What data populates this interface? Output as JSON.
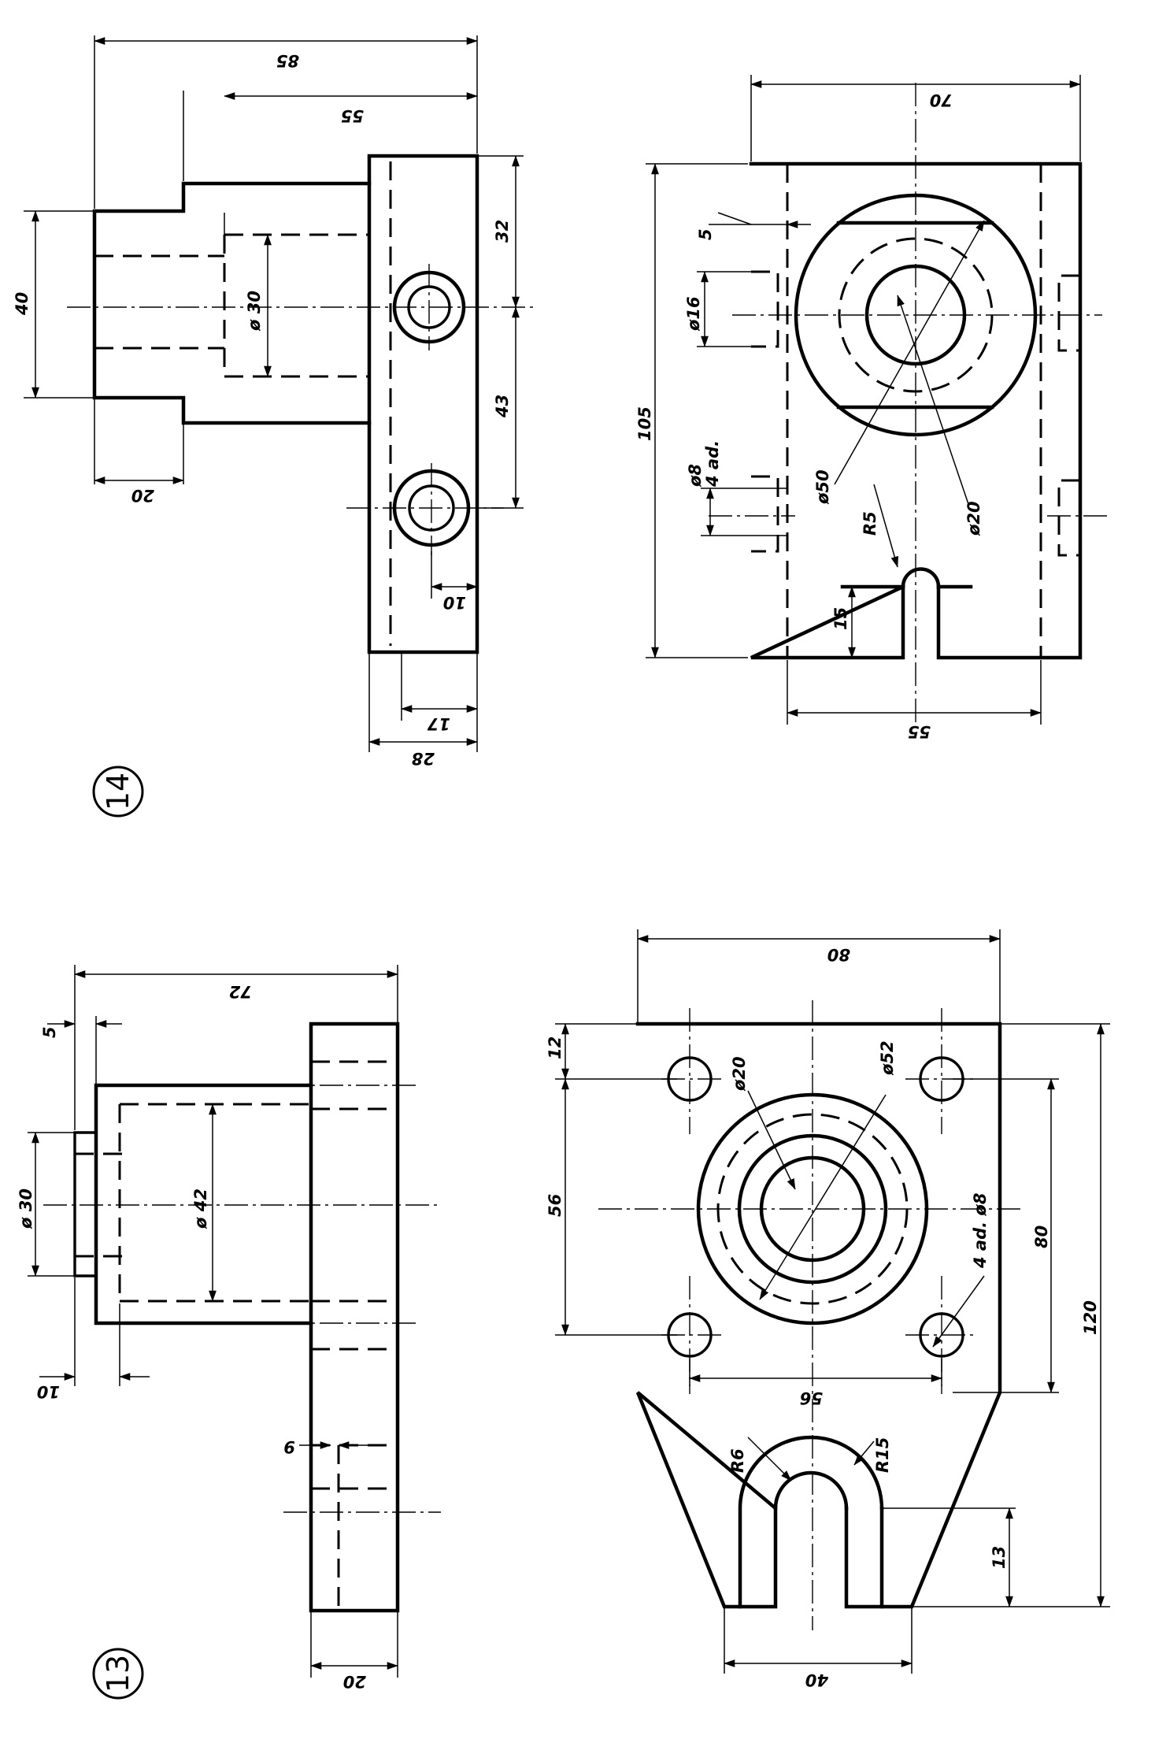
{
  "sheet_tag_14": "14",
  "sheet_tag_13": "13",
  "drawing14": {
    "dimensions": {
      "total_length": "85",
      "length_55": "55",
      "height_40": "40",
      "bore_dia": "ø 30",
      "dist_32": "32",
      "dist_43": "43",
      "step_20": "20",
      "edge_10": "10",
      "thick_17": "17",
      "thick_28": "28",
      "width_70": "70",
      "width_55": "55",
      "height_105": "105",
      "offset_5": "5",
      "cbore_16": "ø16",
      "hole_8": "ø8",
      "hole_note": "4 ad.",
      "circle_50": "ø50",
      "circle_20": "ø20",
      "radius_5": "R5",
      "slot_15": "15"
    }
  },
  "drawing13": {
    "dimensions": {
      "total_72": "72",
      "step_5": "5",
      "dia_30": "ø 30",
      "dia_42": "ø 42",
      "edge_10": "10",
      "hole_9": "9",
      "thick_20": "20",
      "width_80": "80",
      "top_12": "12",
      "span_56": "56",
      "dia_20": "ø20",
      "dia_52": "ø52",
      "span_80": "80",
      "total_120": "120",
      "holes_note": "4 ad. ø8",
      "span_56b": "56",
      "radius_6": "R6",
      "radius_15": "R15",
      "slot_13": "13",
      "base_40": "40"
    }
  }
}
